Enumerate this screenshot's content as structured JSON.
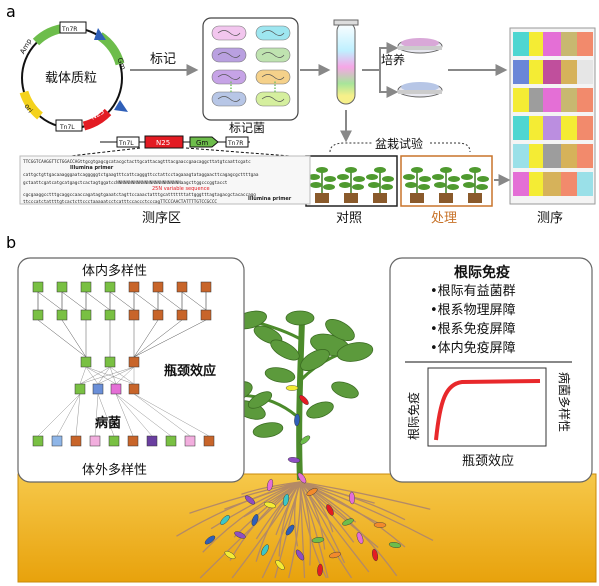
{
  "panel_a": {
    "label": "a",
    "plasmid": {
      "title": "载体质粒",
      "genes": [
        "Amp",
        "Tn7R",
        "Gm",
        "ori",
        "Tn7L",
        "N25"
      ]
    },
    "arrow_label_1": "标记",
    "bacteria_label": "标记菌",
    "culture_label": "培养",
    "pot_test_label": "盆栽试验",
    "control_label": "对照",
    "treatment_label": "处理",
    "seq_label": "测序",
    "seq_region_label": "测序区",
    "construct": [
      "Tn7L",
      "N25",
      "Gm",
      "Tn7R"
    ],
    "sequence_lines": [
      "TTCGGTCAAGGTTCTGGACCAGttgcgtgagcgcatacgctacttgcattacagtttacgaaccgaacaggcttatgtcaattcgatc",
      "cattgctgttgacaaagggaatcagggggtctgaagtttcattcagggttcctattcctagaaagtataggaacttcagagcgcttttgaa",
      "gctaattcgatcatgcatgagctcactagtggatccNNNNNNNNNNNNNNNNNNNNNNNNNaagcttggcccggtacct",
      "cgcgaaggcctttgcaggccaaccagatagtgaaatctagttccaaactatttgcatttttttattgggtttagtagacgctacaccagg",
      "ttcccatctattttgtcactcttccctaaaaatcctcatttccaccctcccagTTCCCAACTATTTTGTCCGCCC"
    ],
    "illumina_primer_1": "Illumina primer",
    "illumina_primer_2": "Illumina primer",
    "variable_seq": "25N variable sequence"
  },
  "panel_b": {
    "label": "b",
    "in_vivo_diversity": "体内多样性",
    "bottleneck_title": "瓶颈效应",
    "pathogen": "病菌",
    "in_vitro_diversity": "体外多样性",
    "immunity_title": "根际免疫",
    "immunity_items": [
      "•根际有益菌群",
      "•根系物理屏障",
      "•根系免疫屏障",
      "•体内免疫屏障"
    ],
    "graph_ylabel": "根际免疫",
    "graph_xlabel": "瓶颈效应",
    "graph_right_label": "病菌多样性"
  },
  "colors": {
    "green": "#79c043",
    "orange": "#c8652a",
    "soil": "#f1b51f",
    "curve": "#e8282b",
    "treatment": "#c8732a"
  }
}
